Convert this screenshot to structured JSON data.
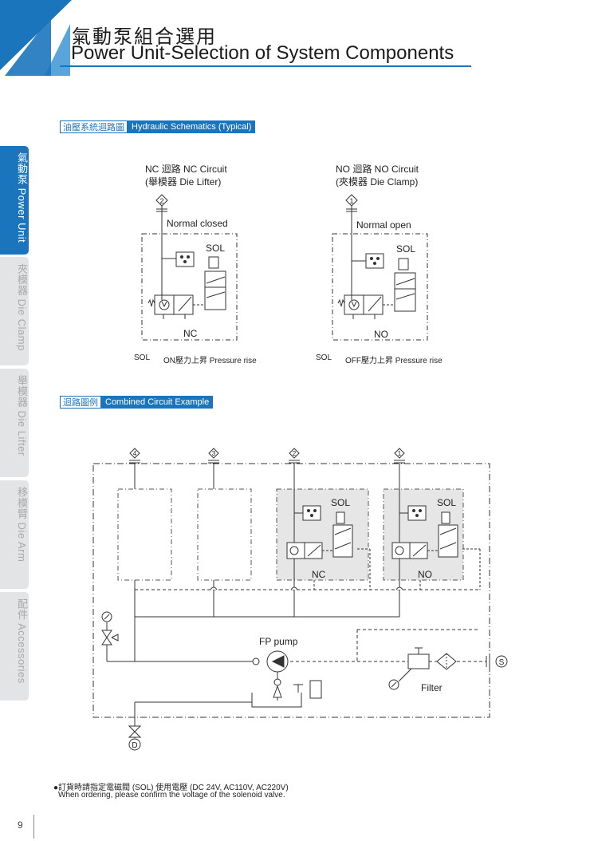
{
  "header": {
    "title_zh": "氣動泵組合選用",
    "title_en": "Power Unit-Selection of System Components"
  },
  "sidebar": {
    "tabs": [
      {
        "label": "氣動泵 Power Unit",
        "active": true
      },
      {
        "label": "夾模器 Die Clamp",
        "active": false
      },
      {
        "label": "舉模器 Die Lifter",
        "active": false
      },
      {
        "label": "移模臂 Die Arm",
        "active": false
      },
      {
        "label": "配件 Accessories",
        "active": false
      }
    ]
  },
  "section_hydraulic": {
    "label_zh": "油壓系統迴路圖",
    "label_en": "Hydraulic Schematics (Typical)",
    "nc": {
      "title_line1": "NC 迴路 NC Circuit",
      "title_line2": "(舉模器 Die Lifter)",
      "port": "2",
      "state": "Normal closed",
      "sol": "SOL",
      "code": "NC",
      "caption_sol": "SOL",
      "caption_text": "ON壓力上昇 Pressure rise"
    },
    "no": {
      "title_line1": "NO 迴路 NO Circuit",
      "title_line2": "(夾模器 Die Clamp)",
      "port": "1",
      "state": "Normal open",
      "sol": "SOL",
      "code": "NO",
      "caption_sol": "SOL",
      "caption_text": "OFF壓力上昇 Pressure rise"
    }
  },
  "section_combined": {
    "label_zh": "迴路圖例",
    "label_en": "Combined Circuit Example",
    "ports": [
      "4",
      "3",
      "2",
      "1"
    ],
    "sol_label": "SOL",
    "nc_label": "NC",
    "no_label": "NO",
    "pump_label": "FP pump",
    "filter_label": "Filter",
    "supply_port": "S",
    "drain_port": "D"
  },
  "notes": {
    "line1": "●訂貨時請指定電磁閥 (SOL) 使用電壓 (DC 24V, AC110V, AC220V)",
    "line2": "When ordering, please confirm the voltage of the solenoid valve."
  },
  "page": {
    "number": "9"
  },
  "colors": {
    "accent": "#1b75bc",
    "tab_idle": "#e3e4e5",
    "tab_idle_text": "#a7a9ab",
    "shade": "#e6e6e6"
  }
}
